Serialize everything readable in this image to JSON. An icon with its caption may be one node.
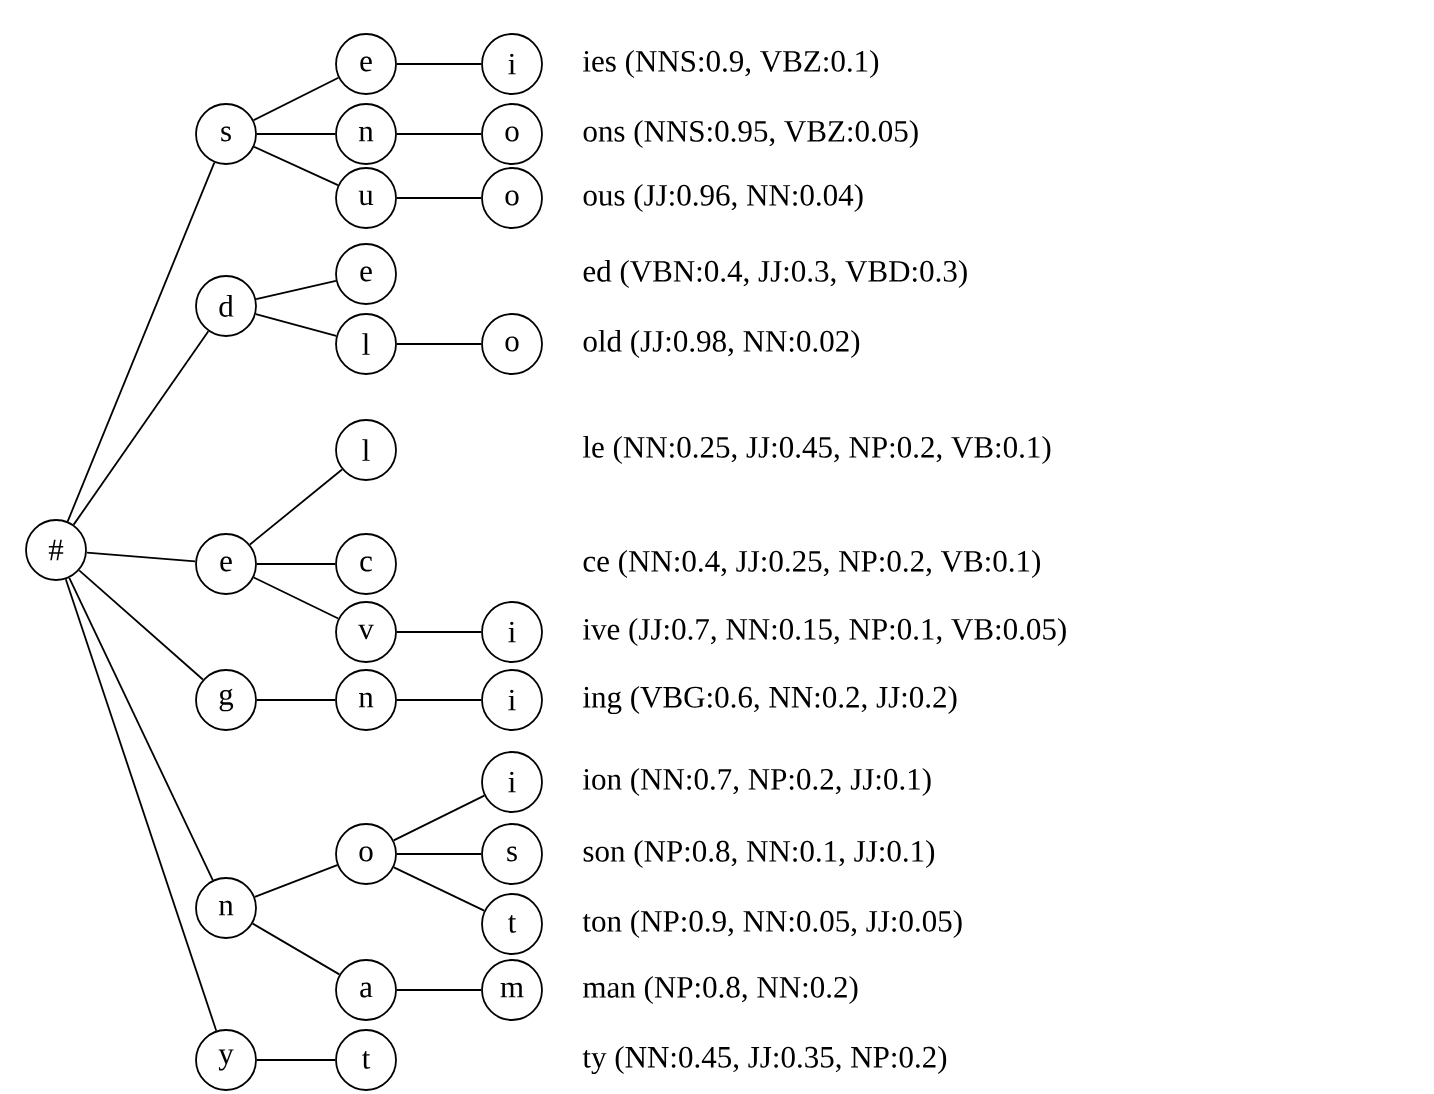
{
  "diagram": {
    "nodes": [
      {
        "text": [
          "#"
        ]
      },
      {
        "text": [
          "s"
        ]
      },
      {
        "text": [
          "e"
        ]
      },
      {
        "text": [
          "i"
        ],
        "beside": [
          "ies (NNS:0.9, VBZ:0.1)"
        ]
      },
      {
        "text": [
          "n"
        ]
      },
      {
        "text": [
          "o"
        ],
        "beside": [
          "ons (NNS:0.95, VBZ:0.05)"
        ]
      },
      {
        "text": [
          "u"
        ]
      },
      {
        "text": [
          "o"
        ],
        "beside": [
          "ous (JJ:0.96, NN:0.04)"
        ]
      },
      {
        "text": [
          "d"
        ]
      },
      {
        "text": [
          "e"
        ]
      },
      {
        "text": [
          "l"
        ]
      },
      {
        "text": [
          "o"
        ],
        "beside": [
          "old (JJ:0.98, NN:0.02)"
        ]
      },
      {
        "text": [
          "e"
        ]
      },
      {
        "text": [
          "l"
        ]
      },
      {
        "text": [
          "c"
        ]
      },
      {
        "text": [
          "v"
        ]
      },
      {
        "text": [
          "i"
        ],
        "beside": [
          "ive (JJ:0.7, NN:0.15, NP:0.1, VB:0.05)"
        ]
      },
      {
        "text": [
          "g"
        ]
      },
      {
        "text": [
          "n"
        ]
      },
      {
        "text": [
          "i"
        ],
        "beside": [
          "ing (VBG:0.6, NN:0.2, JJ:0.2)"
        ]
      },
      {
        "text": [
          "n"
        ]
      },
      {
        "text": [
          "o"
        ]
      },
      {
        "text": [
          "i"
        ],
        "beside": [
          "ion (NN:0.7, NP:0.2, JJ:0.1)"
        ]
      },
      {
        "text": [
          "s"
        ],
        "beside": [
          "son (NP:0.8, NN:0.1, JJ:0.1)"
        ]
      },
      {
        "text": [
          "t"
        ],
        "beside": [
          "ton (NP:0.9, NN:0.05, JJ:0.05)"
        ]
      },
      {
        "text": [
          "a"
        ]
      },
      {
        "text": [
          "m"
        ],
        "beside": [
          "man (NP:0.8, NN:0.2)"
        ]
      },
      {
        "text": [
          "y"
        ]
      },
      {
        "text": [
          "t"
        ]
      }
    ],
    "labels": [
      "ed (VBN:0.4, JJ:0.3, VBD:0.3)",
      "le (NN:0.25, JJ:0.45, NP:0.2, VB:0.1)",
      "ce (NN:0.4, JJ:0.25, NP:0.2, VB:0.1)",
      "ty (NN:0.45, JJ:0.35, NP:0.2)"
    ],
    "edges": [
      {
        "from": 0,
        "to": 1,
        "arrow": "none"
      },
      {
        "from": 0,
        "to": 8,
        "arrow": "none"
      },
      {
        "from": 0,
        "to": 12,
        "arrow": "none"
      },
      {
        "from": 0,
        "to": 17,
        "arrow": "none"
      },
      {
        "from": 0,
        "to": 20,
        "arrow": "none"
      },
      {
        "from": 0,
        "to": 27,
        "arrow": "none"
      },
      {
        "from": 1,
        "to": 2,
        "arrow": "none"
      },
      {
        "from": 1,
        "to": 4,
        "arrow": "none"
      },
      {
        "from": 1,
        "to": 6,
        "arrow": "none"
      },
      {
        "from": 2,
        "to": 3,
        "arrow": "none"
      },
      {
        "from": 4,
        "to": 5,
        "arrow": "none"
      },
      {
        "from": 6,
        "to": 7,
        "arrow": "none"
      },
      {
        "from": 8,
        "to": 9,
        "arrow": "none"
      },
      {
        "from": 8,
        "to": 10,
        "arrow": "none"
      },
      {
        "from": 10,
        "to": 11,
        "arrow": "none"
      },
      {
        "from": 12,
        "to": 13,
        "arrow": "none"
      },
      {
        "from": 12,
        "to": 14,
        "arrow": "none"
      },
      {
        "from": 12,
        "to": 15,
        "arrow": "none"
      },
      {
        "from": 15,
        "to": 16,
        "arrow": "none"
      },
      {
        "from": 17,
        "to": 18,
        "arrow": "none"
      },
      {
        "from": 18,
        "to": 19,
        "arrow": "none"
      },
      {
        "from": 20,
        "to": 21,
        "arrow": "none"
      },
      {
        "from": 20,
        "to": 25,
        "arrow": "none"
      },
      {
        "from": 21,
        "to": 22,
        "arrow": "none"
      },
      {
        "from": 21,
        "to": 23,
        "arrow": "none"
      },
      {
        "from": 21,
        "to": 24,
        "arrow": "none"
      },
      {
        "from": 25,
        "to": 26,
        "arrow": "none"
      },
      {
        "from": 27,
        "to": 28,
        "arrow": "none"
      }
    ]
  }
}
